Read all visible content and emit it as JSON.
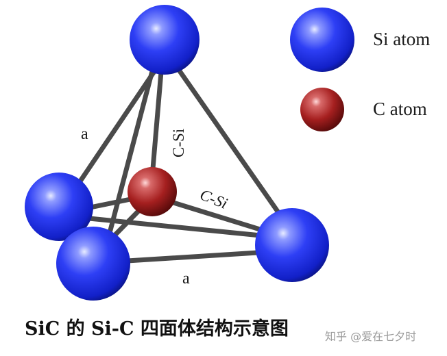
{
  "legend": {
    "si_label": "Si atom",
    "c_label": "C atom"
  },
  "labels": {
    "bond_a_left": "a",
    "bond_a_bottom": "a",
    "bond_csi_vertical": "C-Si",
    "bond_csi_diagonal": "C-Si"
  },
  "caption": "SiC 的 Si-C 四面体结构示意图",
  "watermark": "知乎 @爱在七夕时",
  "colors": {
    "si_atom": "#1f2fe0",
    "c_atom": "#9e1c1c",
    "bond": "#4a4a4a",
    "background": "#ffffff"
  }
}
